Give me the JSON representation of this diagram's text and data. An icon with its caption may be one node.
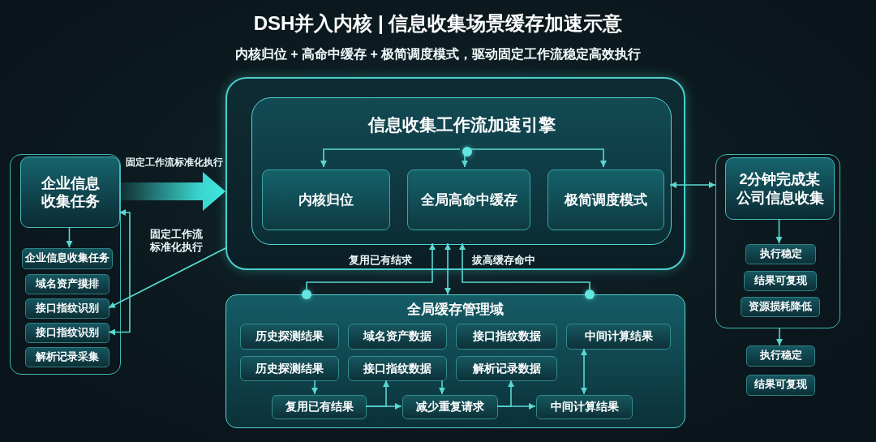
{
  "diagram": {
    "title": "DSH并入内核 | 信息收集场景缓存加速示意",
    "nodes": [
      {
        "text": [],
        "shape": "box"
      },
      {
        "text": [
          "企业信息收集任务"
        ],
        "in": 0
      },
      {
        "text": [
          "企业信息收集任务"
        ],
        "in": 0
      },
      {
        "text": [
          "域名资产摸排"
        ],
        "in": 0
      },
      {
        "text": [
          "接口指纹识别"
        ],
        "in": 0
      },
      {
        "text": [
          "接口指纹识别"
        ],
        "in": 0
      },
      {
        "text": [
          "解析记录采集"
        ],
        "in": 0
      },
      {
        "text": [],
        "shape": "box"
      },
      {
        "text": [
          "信息收集工作流加速引擎"
        ],
        "in": 7
      },
      {
        "text": [],
        "shape": "circle",
        "in": 8
      },
      {
        "text": [
          "内核归位"
        ],
        "in": 8
      },
      {
        "text": [
          "全局高命中缓存"
        ],
        "in": 8
      },
      {
        "text": [
          "极简调度模式"
        ],
        "in": 8
      },
      {
        "text": [],
        "shape": "circle"
      },
      {
        "text": [],
        "shape": "circle"
      },
      {
        "text": [
          "全局缓存管理域"
        ]
      },
      {
        "text": [
          "历史探测结果"
        ],
        "in": 15
      },
      {
        "text": [
          "域名资产数据"
        ],
        "in": 15
      },
      {
        "text": [
          "接口指纹数据"
        ],
        "in": 15
      },
      {
        "text": [
          "中间计算结果"
        ],
        "in": 15
      },
      {
        "text": [
          "历史探测结果"
        ],
        "in": 15
      },
      {
        "text": [
          "接口指纹数据"
        ],
        "in": 15
      },
      {
        "text": [
          "解析记录数据"
        ],
        "in": 15
      },
      {
        "text": [
          "复用已有结果"
        ],
        "in": 15
      },
      {
        "text": [
          "减少重复请求"
        ],
        "in": 15
      },
      {
        "text": [
          "中间计算结果"
        ],
        "in": 15
      },
      {
        "text": [],
        "shape": "box"
      },
      {
        "text": [
          "2分钟完成某公司信息收集"
        ],
        "in": 26
      },
      {
        "text": [
          "执行稳定"
        ],
        "in": 26
      },
      {
        "text": [
          "结果可复现"
        ],
        "in": 26
      },
      {
        "text": [
          "资源损耗降低"
        ],
        "in": 26
      },
      {
        "text": [
          "执行稳定"
        ]
      },
      {
        "text": [
          "结果可复现"
        ]
      }
    ],
    "edges": [
      {
        "from": 1,
        "to": 2,
        "arrow": "to"
      },
      {
        "from": 1,
        "to": 7,
        "arrow": "to",
        "label": "固定工作流标准化执行",
        "style": "thick"
      },
      {
        "from": 7,
        "to": 4,
        "arrow": "to",
        "label": "固定工作流标准化执行"
      },
      {
        "from": 5,
        "to": 1,
        "arrow": "both"
      },
      {
        "from": 9,
        "to": 10,
        "arrow": "to"
      },
      {
        "from": 9,
        "to": 11,
        "arrow": "to"
      },
      {
        "from": 9,
        "to": 12,
        "arrow": "to"
      },
      {
        "from": 8,
        "to": 26,
        "arrow": "both"
      },
      {
        "from": 13,
        "to": 8,
        "arrow": "to",
        "label": "复用已有结求"
      },
      {
        "from": 15,
        "to": 8,
        "arrow": "both"
      },
      {
        "from": 14,
        "to": 8,
        "arrow": "to",
        "label": "拔高缓存命中"
      },
      {
        "from": 20,
        "to": 23,
        "arrow": "to"
      },
      {
        "from": 23,
        "to": 24,
        "arrow": "to"
      },
      {
        "from": 23,
        "to": 21,
        "arrow": "to"
      },
      {
        "from": 21,
        "to": 24,
        "arrow": "to"
      },
      {
        "from": 24,
        "to": 25,
        "arrow": "to"
      },
      {
        "from": 24,
        "to": 22,
        "arrow": "to"
      },
      {
        "from": 19,
        "to": 25,
        "arrow": "both"
      },
      {
        "from": 27,
        "to": 28,
        "arrow": "to"
      },
      {
        "from": 26,
        "to": 31,
        "arrow": "to"
      }
    ],
    "labels": [
      "内核归位 + 高命中缓存 + 极简调度模式，驱动固定工作流稳定高效执行"
    ]
  }
}
